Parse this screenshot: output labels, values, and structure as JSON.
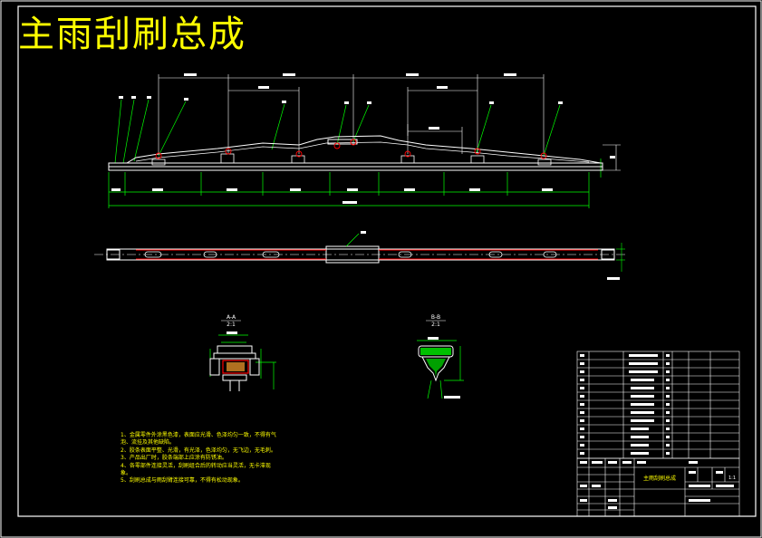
{
  "drawing": {
    "title": "主雨刮刷总成",
    "sections": [
      {
        "label": "A-A",
        "scale": "2:1"
      },
      {
        "label": "B-B",
        "scale": "2:1"
      }
    ]
  },
  "notes": [
    "1、金属零件外涂黑色漆，表面应光滑、色泽均匀一致，不得有气泡、流挂及其他缺陷。",
    "2、胶条表面平整、光滑，有光泽，色泽均匀，无飞边，无毛刺。",
    "3、产品出厂时，胶条端部上应涂有防锈油。",
    "4、各零部件连接灵活，刮刷组合后的转动应当灵活，无卡滞现象。",
    "5、刮刷总成与雨刮臂连接可靠，不得有松动现象。"
  ],
  "title_block": {
    "drawing_name": "主雨刮刷总成",
    "scale": "1:1"
  },
  "colors": {
    "background": "#000000",
    "outline": "#ffffff",
    "dimension": "#00ff00",
    "text": "#ffff00",
    "section": "#ff0000"
  }
}
